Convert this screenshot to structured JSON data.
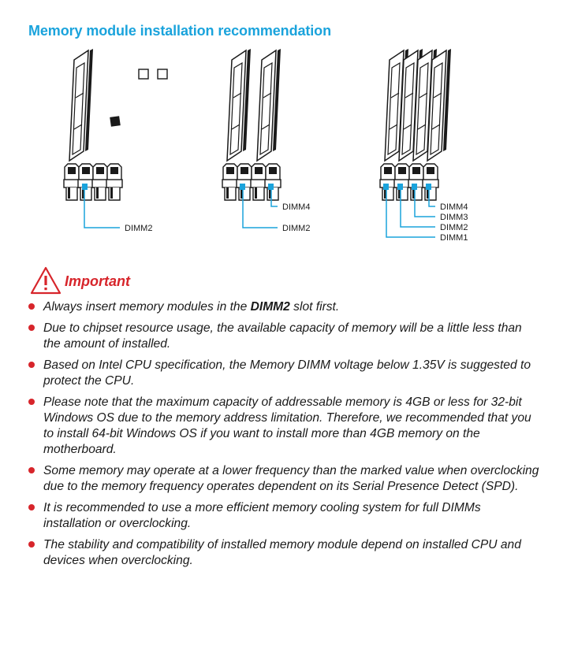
{
  "section_title": "Memory module installation recommendation",
  "diagrams": [
    {
      "labels": [
        "DIMM2"
      ]
    },
    {
      "labels": [
        "DIMM4",
        "DIMM2"
      ]
    },
    {
      "labels": [
        "DIMM4",
        "DIMM3",
        "DIMM2",
        "DIMM1"
      ]
    }
  ],
  "important": {
    "icon": "warning-triangle-icon",
    "title": "Important"
  },
  "notes": [
    {
      "before": "Always insert memory modules in the ",
      "bold": "DIMM2",
      "after": " slot first."
    },
    {
      "before": "Due to chipset resource usage, the available capacity of memory will be a little less than the amount of installed.",
      "bold": "",
      "after": ""
    },
    {
      "before": "Based on Intel CPU specification, the Memory DIMM voltage below 1.35V is suggested to protect the CPU.",
      "bold": "",
      "after": ""
    },
    {
      "before": "Please note that the maximum capacity of addressable memory is 4GB or less for 32-bit Windows OS due to the memory address limitation. Therefore, we recommended that you to install 64-bit Windows OS if you want to install more than 4GB memory on the motherboard.",
      "bold": "",
      "after": ""
    },
    {
      "before": "Some memory may operate at a lower frequency than the marked value when overclocking due to the memory frequency operates dependent on its Serial Presence Detect (SPD).",
      "bold": "",
      "after": ""
    },
    {
      "before": "It is recommended to use a more efficient memory cooling system for full DIMMs installation or overclocking.",
      "bold": "",
      "after": ""
    },
    {
      "before": "The stability and compatibility of installed memory module depend on installed CPU and devices when overclocking.",
      "bold": "",
      "after": ""
    }
  ],
  "colors": {
    "accent_blue": "#1aa3dc",
    "important_red": "#d7252b",
    "text": "#1a1a1a"
  }
}
